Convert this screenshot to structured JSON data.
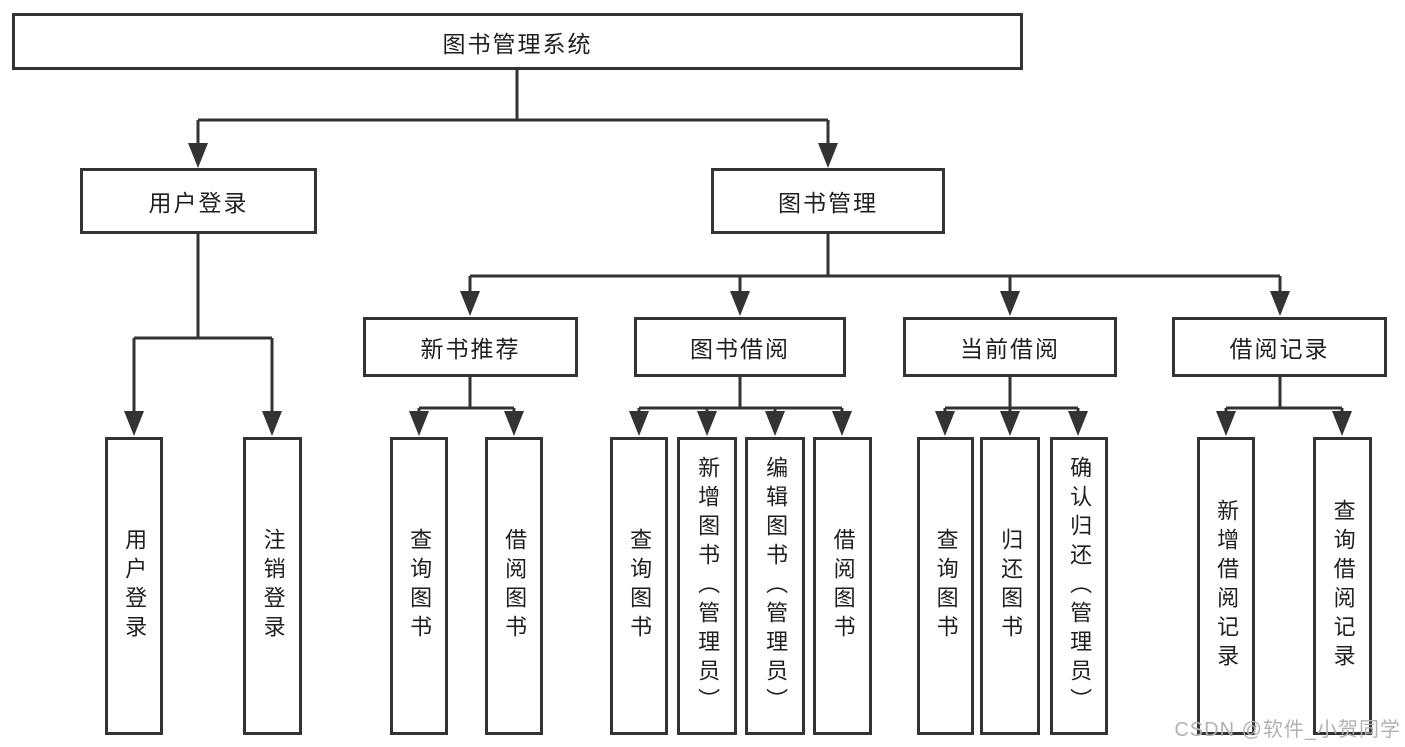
{
  "tree": {
    "root": "图书管理系统",
    "children": [
      {
        "label": "用户登录",
        "children": [
          "用户登录",
          "注销登录"
        ]
      },
      {
        "label": "图书管理",
        "children": [
          {
            "label": "新书推荐",
            "children": [
              "查询图书",
              "借阅图书"
            ]
          },
          {
            "label": "图书借阅",
            "children": [
              "查询图书",
              "新增图书（管理员）",
              "编辑图书（管理员）",
              "借阅图书"
            ]
          },
          {
            "label": "当前借阅",
            "children": [
              "查询图书",
              "归还图书",
              "确认归还（管理员）"
            ]
          },
          {
            "label": "借阅记录",
            "children": [
              "新增借阅记录",
              "查询借阅记录"
            ]
          }
        ]
      }
    ]
  },
  "watermark": {
    "text": "CSDN @软件_小贺同学"
  },
  "colors": {
    "line": "#333333",
    "node_border": "#333333",
    "text": "#1f1f1f",
    "watermark": "#b2b2b2",
    "background": "#ffffff"
  }
}
